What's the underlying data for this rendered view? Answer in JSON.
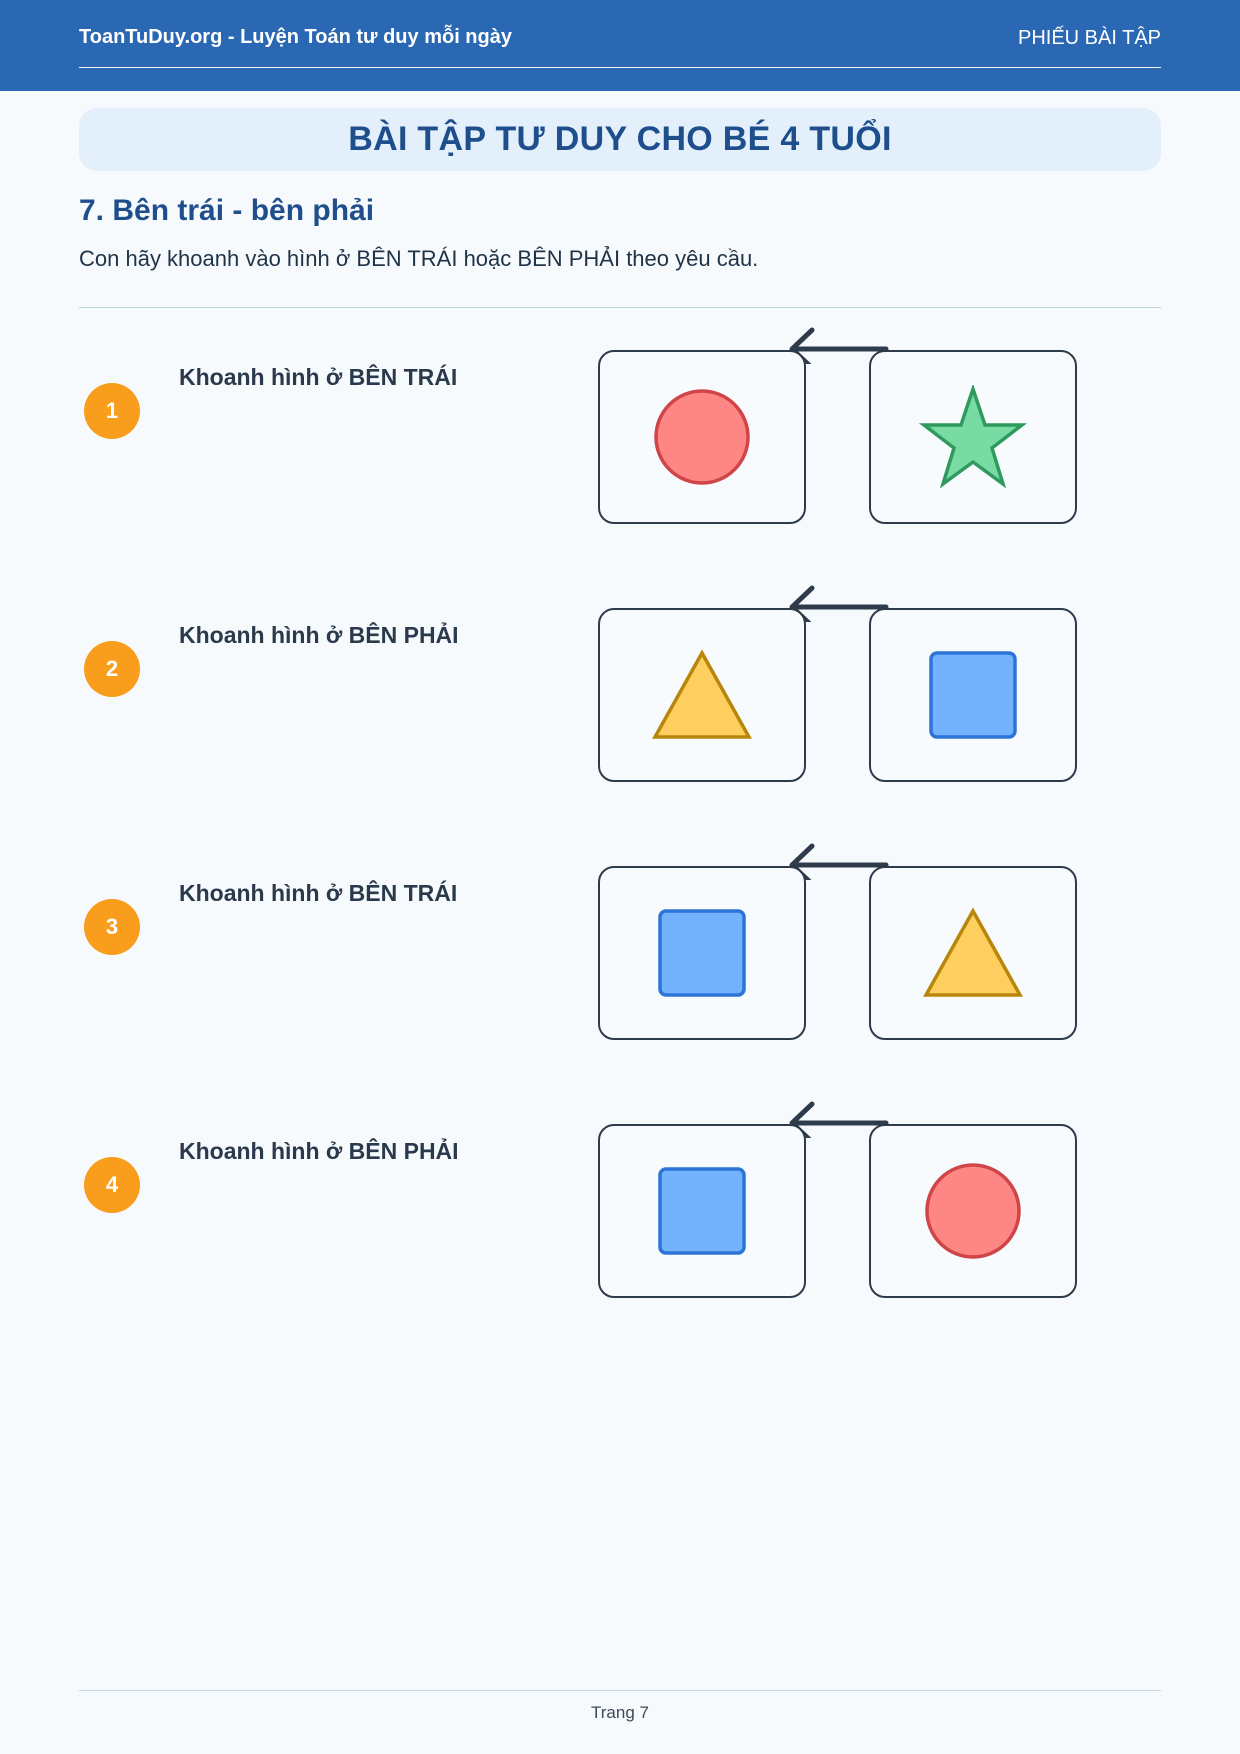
{
  "header": {
    "site_title": "ToanTuDuy.org - Luyện Toán tư duy mỗi ngày",
    "sheet_label": "PHIẾU BÀI TẬP"
  },
  "main_title": "BÀI TẬP TƯ DUY CHO BÉ 4 TUỔI",
  "section": {
    "title": "7. Bên trái - bên phải",
    "instruction": "Con hãy khoanh vào hình ở BÊN TRÁI hoặc BÊN PHẢI theo yêu cầu."
  },
  "exercises": [
    {
      "number": "1",
      "prompt": "Khoanh hình ở BÊN TRÁI",
      "left_shape": "red-circle",
      "right_shape": "green-star"
    },
    {
      "number": "2",
      "prompt": "Khoanh hình ở BÊN PHẢI",
      "left_shape": "yellow-triangle",
      "right_shape": "blue-square"
    },
    {
      "number": "3",
      "prompt": "Khoanh hình ở BÊN TRÁI",
      "left_shape": "blue-square",
      "right_shape": "yellow-triangle"
    },
    {
      "number": "4",
      "prompt": "Khoanh hình ở BÊN PHẢI",
      "left_shape": "blue-square",
      "right_shape": "red-circle"
    }
  ],
  "colors": {
    "header_bg": "#2b68b4",
    "title_text": "#1e4f8c",
    "badge": "#f99d1c",
    "circle_fill": "#fe8785",
    "circle_stroke": "#d04648",
    "star_fill": "#77dba3",
    "star_stroke": "#2e9a5d",
    "triangle_fill": "#fecf5f",
    "triangle_stroke": "#b8860b",
    "square_fill": "#73b3fd",
    "square_stroke": "#2e74d6"
  },
  "footer": {
    "page_label": "Trang 7"
  }
}
